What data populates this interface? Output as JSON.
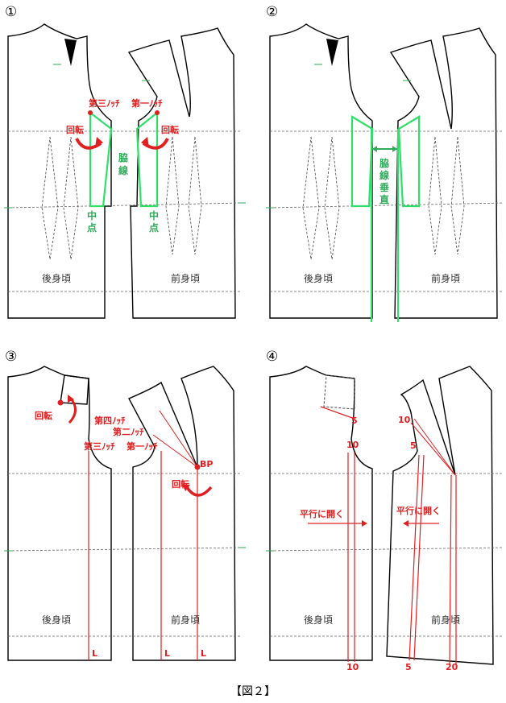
{
  "caption": "【図２】",
  "panels": [
    {
      "num": "①",
      "back_label": "後身頃",
      "front_label": "前身頃",
      "notch3": "第三ﾉｯﾁ",
      "notch1": "第一ﾉｯﾁ",
      "rotate": "回転",
      "side_line": "脇線",
      "midpoint": "中点"
    },
    {
      "num": "②",
      "back_label": "後身頃",
      "front_label": "前身頃",
      "side_vertical": "脇線垂直"
    },
    {
      "num": "③",
      "back_label": "後身頃",
      "front_label": "前身頃",
      "rotate": "回転",
      "notch4": "第四ﾉｯﾁ",
      "notch2": "第二ﾉｯﾁ",
      "notch3": "第三ﾉｯﾁ",
      "notch1": "第一ﾉｯﾁ",
      "bp": "BP",
      "right_angle": "L"
    },
    {
      "num": "④",
      "back_label": "後身頃",
      "front_label": "前身頃",
      "open_parallel": "平行に開く",
      "back_nums": [
        "5",
        "10",
        "10"
      ],
      "front_nums": [
        "10",
        "5",
        "5",
        "20"
      ]
    }
  ],
  "colors": {
    "outline": "#000000",
    "dash": "#555555",
    "red": "#e02020",
    "green": "#2ee06a",
    "grid_green": "#2eaa5a"
  }
}
